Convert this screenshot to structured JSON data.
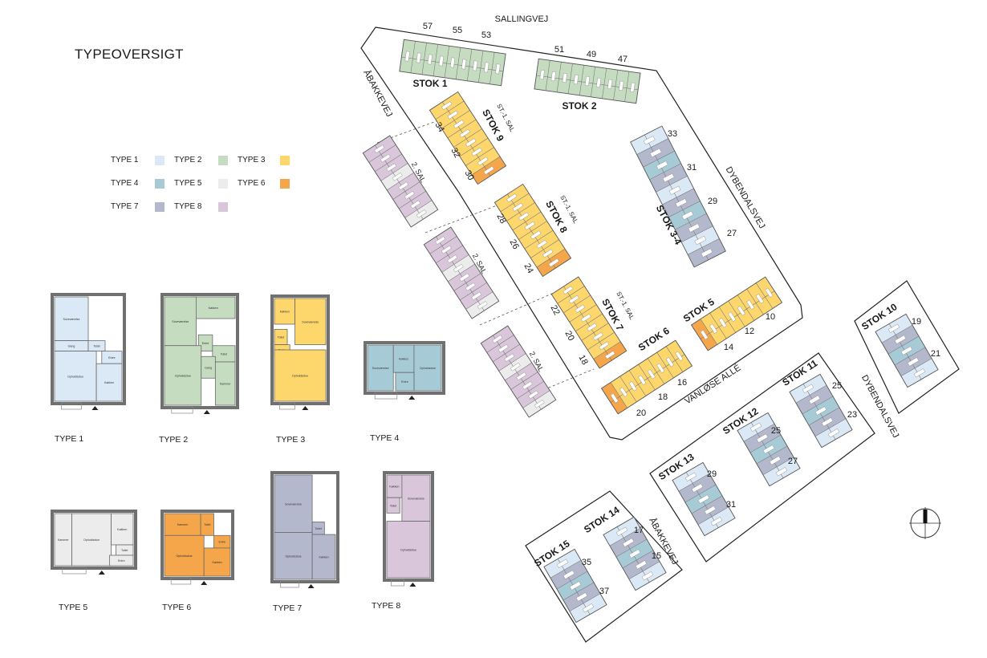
{
  "title": "TYPEOVERSIGT",
  "colors": {
    "type1": "#dbe9f6",
    "type2": "#c5dcc0",
    "type3": "#fdd66c",
    "type4": "#a7cbd6",
    "type5": "#ececec",
    "type6": "#f5a54a",
    "type7": "#b3b8cc",
    "type8": "#d9c6da",
    "wall": "#707070",
    "outline": "#222222"
  },
  "legend": [
    {
      "label": "TYPE 1",
      "color": "#dbe9f6"
    },
    {
      "label": "TYPE 2",
      "color": "#c5dcc0"
    },
    {
      "label": "TYPE 3",
      "color": "#fdd66c"
    },
    {
      "label": "TYPE 4",
      "color": "#a7cbd6"
    },
    {
      "label": "TYPE 5",
      "color": "#ececec"
    },
    {
      "label": "TYPE 6",
      "color": "#f5a54a"
    },
    {
      "label": "TYPE 7",
      "color": "#b3b8cc"
    },
    {
      "label": "TYPE 8",
      "color": "#d9c6da"
    }
  ],
  "plans": [
    {
      "label": "TYPE 1",
      "color": "#dbe9f6",
      "rooms": [
        "Soveværelse",
        "Gang",
        "Toilet",
        "Entre",
        "Opholdsstue",
        "Køkken"
      ]
    },
    {
      "label": "TYPE 2",
      "color": "#c5dcc0",
      "rooms": [
        "Køkken",
        "Soveværelse",
        "Entre",
        "Toilet",
        "Opholdsstue",
        "Gang",
        "Kammer"
      ]
    },
    {
      "label": "TYPE 3",
      "color": "#fdd66c",
      "rooms": [
        "Køkken",
        "Soveværelse",
        "Toilet",
        "Entre",
        "Opholdsstue"
      ]
    },
    {
      "label": "TYPE 4",
      "color": "#a7cbd6",
      "rooms": [
        "Soveværelse",
        "Køkken",
        "Opholdsstue",
        "Entre"
      ]
    },
    {
      "label": "TYPE 5",
      "color": "#ececec",
      "rooms": [
        "Kammer",
        "Opholdsstue",
        "Køkken",
        "Toilet",
        "Entre"
      ]
    },
    {
      "label": "TYPE 6",
      "color": "#f5a54a",
      "rooms": [
        "Kammer",
        "Toilet",
        "Entre",
        "Opholdsstue",
        "Køkken"
      ]
    },
    {
      "label": "TYPE 7",
      "color": "#b3b8cc",
      "rooms": [
        "Soveværelse",
        "Toilet",
        "Opholdsstue",
        "Køkken"
      ]
    },
    {
      "label": "TYPE 8",
      "color": "#d9c6da",
      "rooms": [
        "Køkken",
        "Soveværelse",
        "Toilet",
        "Opholdsstue"
      ]
    }
  ],
  "streets": {
    "sallingvej": "SALLINGVEJ",
    "aabakkevej": "ÅBAKKEVEJ",
    "dybendalsvej": "DYBENDALSVEJ",
    "vanloese_alle": "VANLØSE ALLÉ",
    "dybendalsvej_2": "DYBENDALSVEJ",
    "aabakkevej_2": "ÅBAKKEVEJ"
  },
  "blocks": {
    "stok1": {
      "name": "STOK 1",
      "numbers": [
        "57",
        "55",
        "53"
      ]
    },
    "stok2": {
      "name": "STOK 2",
      "numbers": [
        "51",
        "49",
        "47"
      ]
    },
    "stok9": {
      "name": "STOK 9",
      "floor": "ST.-1. SAL",
      "numbers": [
        "34",
        "32",
        "30"
      ]
    },
    "stok8": {
      "name": "STOK 8",
      "floor": "ST.-1. SAL",
      "numbers": [
        "28",
        "26",
        "24"
      ]
    },
    "stok7": {
      "name": "STOK 7",
      "floor": "ST.-1. SAL",
      "numbers": [
        "22",
        "20",
        "18"
      ]
    },
    "stok34": {
      "name": "STOK 3-4",
      "numbers": [
        "33",
        "31",
        "29",
        "27"
      ]
    },
    "stok6": {
      "name": "STOK 6",
      "numbers": [
        "20",
        "18",
        "16"
      ]
    },
    "stok5": {
      "name": "STOK 5",
      "numbers": [
        "14",
        "12",
        "10"
      ]
    },
    "stok10": {
      "name": "STOK 10",
      "numbers": [
        "19",
        "21"
      ]
    },
    "stok11": {
      "name": "STOK 11",
      "numbers": [
        "25",
        "23"
      ]
    },
    "stok12": {
      "name": "STOK 12",
      "numbers": [
        "25",
        "27"
      ]
    },
    "stok13": {
      "name": "STOK 13",
      "numbers": [
        "29",
        "31"
      ]
    },
    "stok14": {
      "name": "STOK 14",
      "numbers": [
        "17",
        "15"
      ]
    },
    "stok15": {
      "name": "STOK 15",
      "numbers": [
        "35",
        "37"
      ]
    },
    "sal2_label": "2. SAL"
  }
}
